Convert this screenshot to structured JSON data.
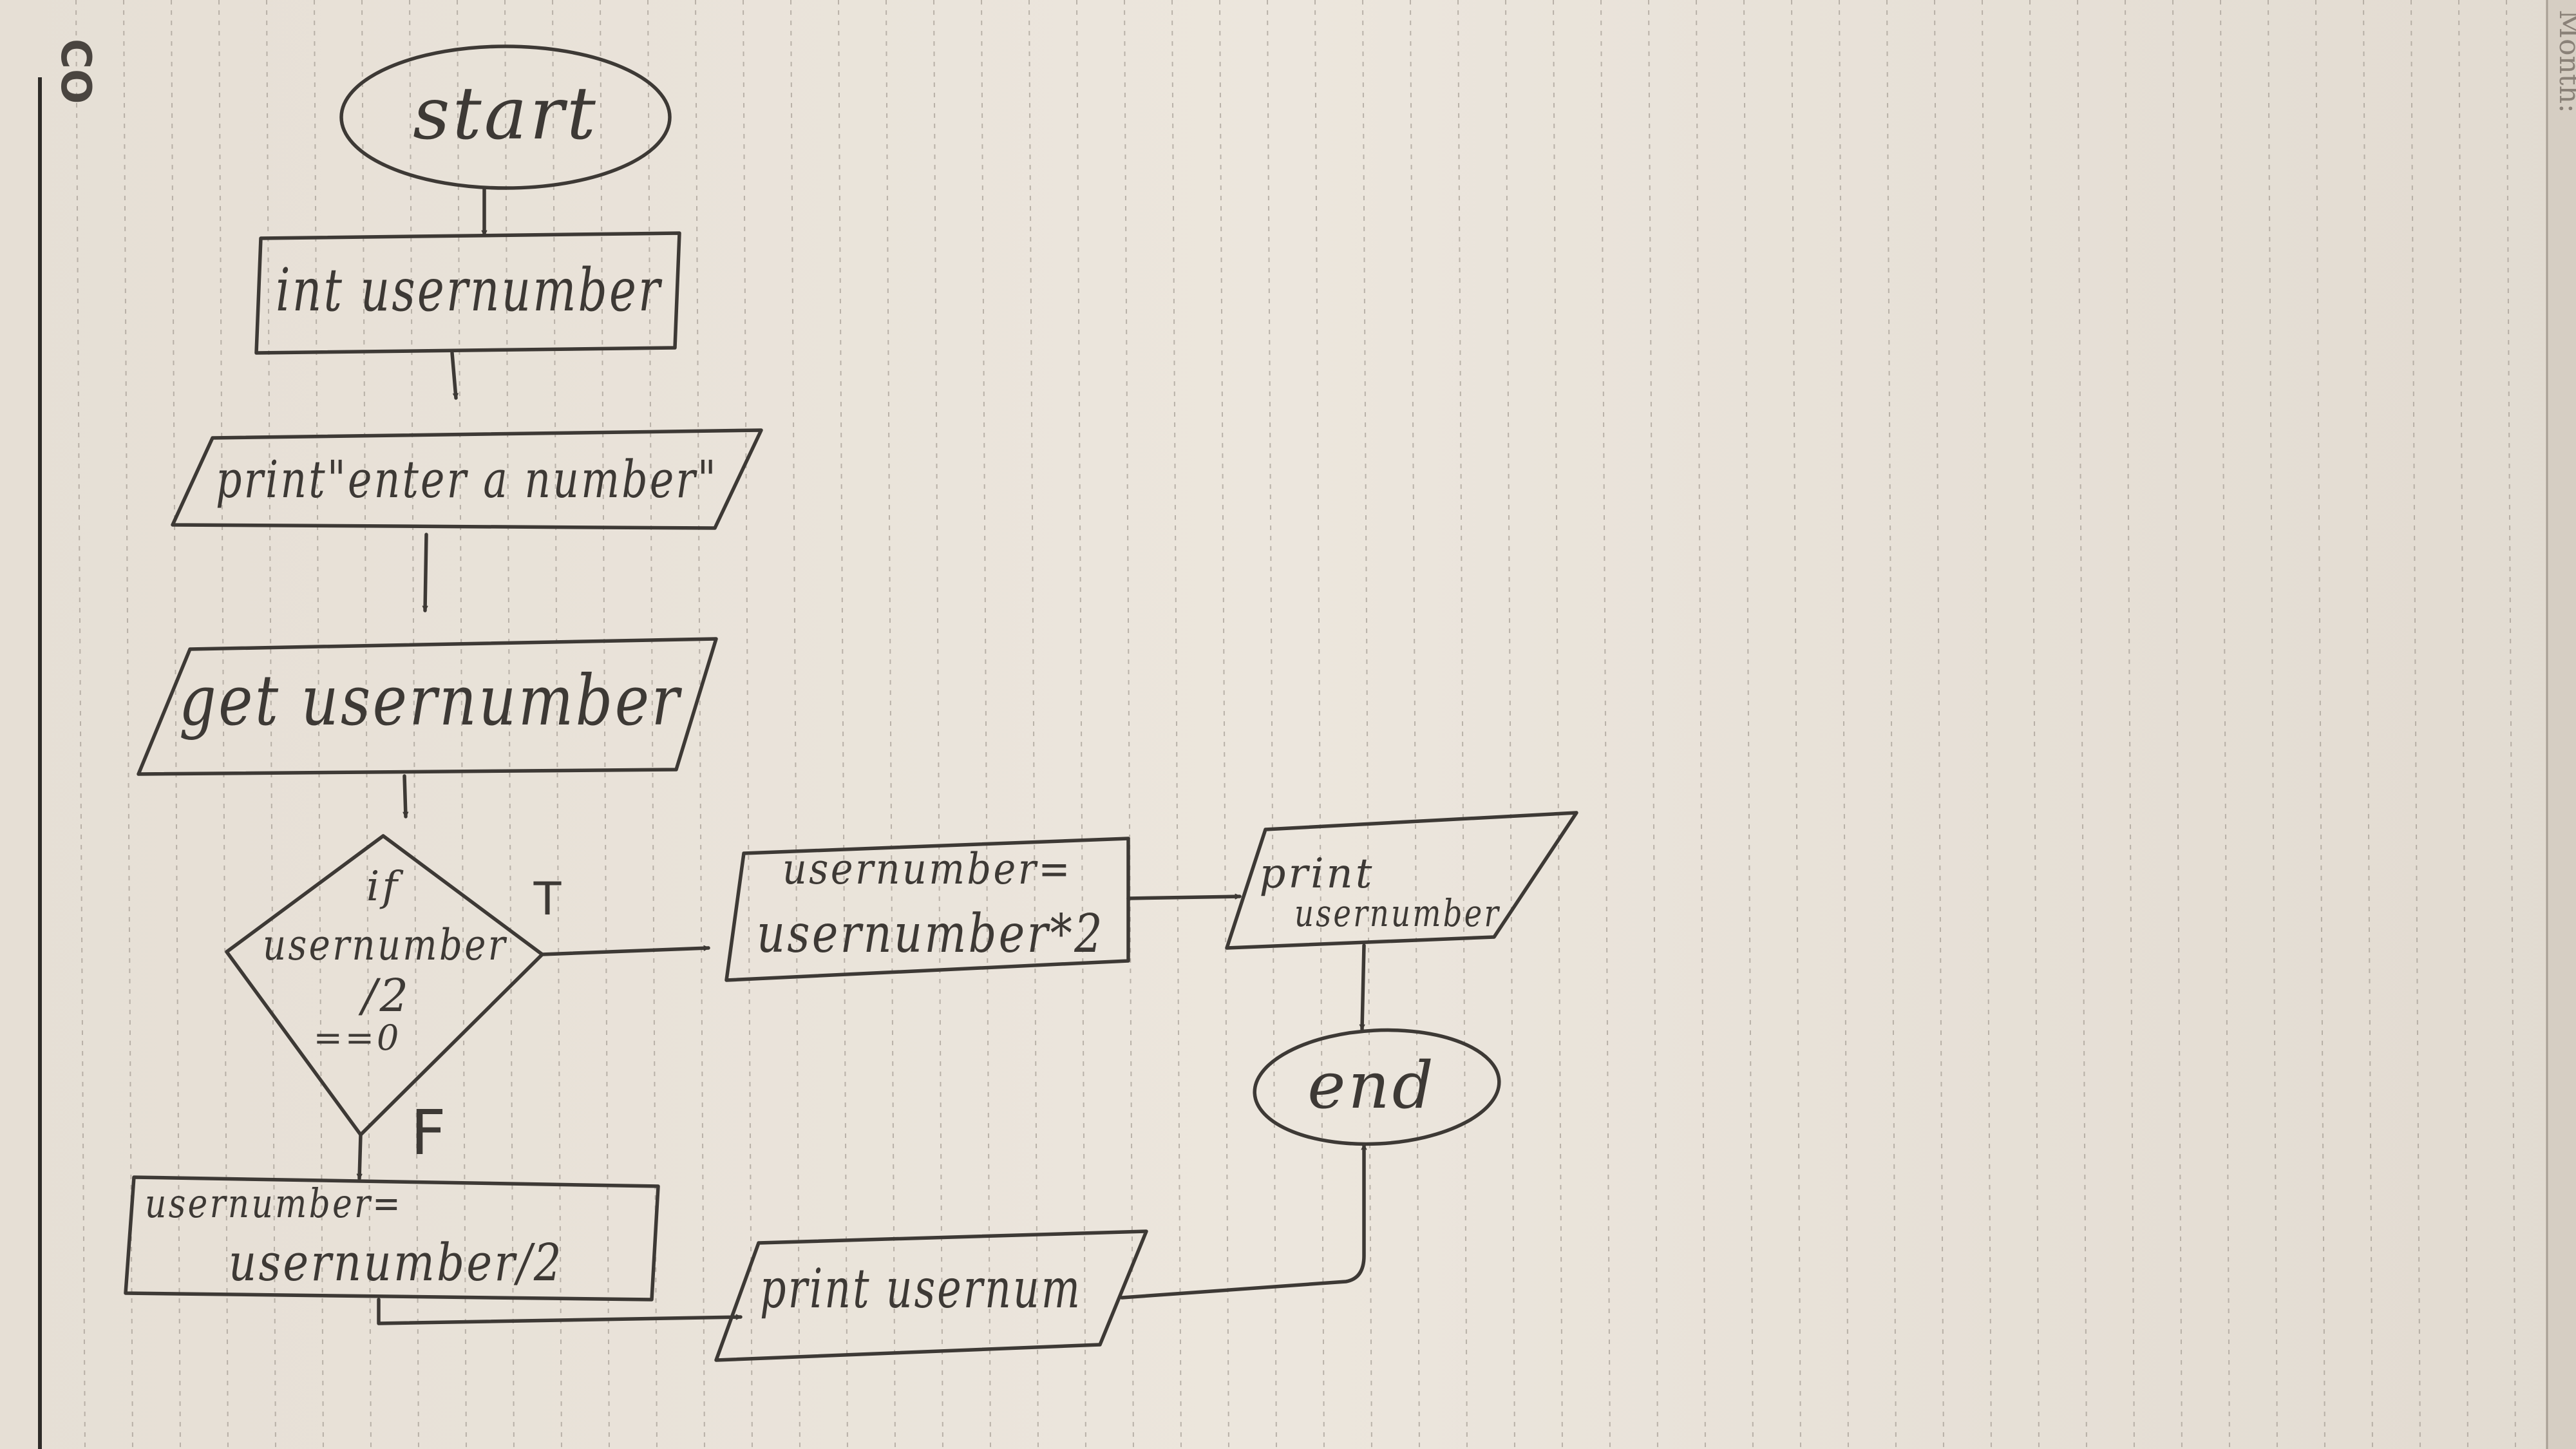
{
  "flowchart": {
    "start": "start",
    "declare": "int usernumber",
    "prompt": "print\"enter a number\"",
    "input": "get usernumber",
    "decision": {
      "line1": "if",
      "line2": "usernumber",
      "line3": "/2",
      "line4": "==0"
    },
    "true_label": "T",
    "false_label": "F",
    "multiply": {
      "line1": "usernumber=",
      "line2": "usernumber*2"
    },
    "print_true": {
      "line1": "print",
      "line2": "usernumber"
    },
    "divide": {
      "line1": "usernumber=",
      "line2": "usernumber/2"
    },
    "print_false": "print usernum",
    "end": "end"
  },
  "margin_text": {
    "left": "CO",
    "right": "Month:"
  },
  "colors": {
    "paper": "#ebe5dc",
    "ink": "#3d3935",
    "rule": "#a9a198",
    "margin_line": "#2e2b28",
    "background": "#c8bfb4"
  }
}
